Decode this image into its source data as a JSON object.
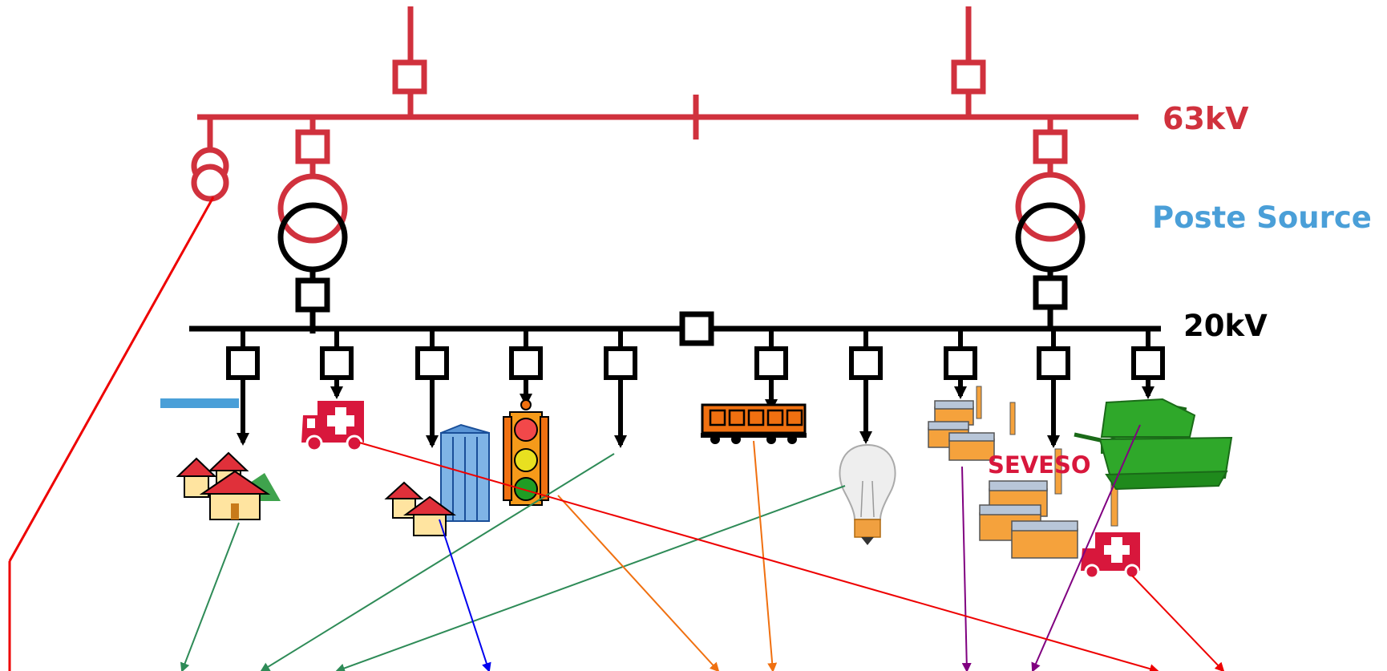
{
  "labels": {
    "hv_voltage": "63kV",
    "substation": "Poste Source",
    "mv_voltage": "20kV",
    "seveso": "SEVESO"
  },
  "colors": {
    "hv": "#d0313d",
    "mv": "#000000",
    "substation_label": "#4a9fd8",
    "seveso_label": "#d8173c",
    "arrow_green": "#2e8b57",
    "arrow_blue": "#0000ee",
    "arrow_orange": "#f07010",
    "arrow_purple": "#800080",
    "arrow_red": "#ee0000"
  },
  "loads": [
    {
      "name": "houses",
      "icon": "houses-icon"
    },
    {
      "name": "ambulance",
      "icon": "ambulance-icon"
    },
    {
      "name": "office-and-houses",
      "icon": "office-building-icon"
    },
    {
      "name": "traffic-light",
      "icon": "traffic-light-icon"
    },
    {
      "name": "feeder-5",
      "icon": "none"
    },
    {
      "name": "tram",
      "icon": "tram-icon"
    },
    {
      "name": "lighting",
      "icon": "light-bulb-icon"
    },
    {
      "name": "factory",
      "icon": "factory-icon"
    },
    {
      "name": "seveso-site",
      "icon": "seveso-factory-icon"
    },
    {
      "name": "military",
      "icon": "tank-icon"
    }
  ]
}
